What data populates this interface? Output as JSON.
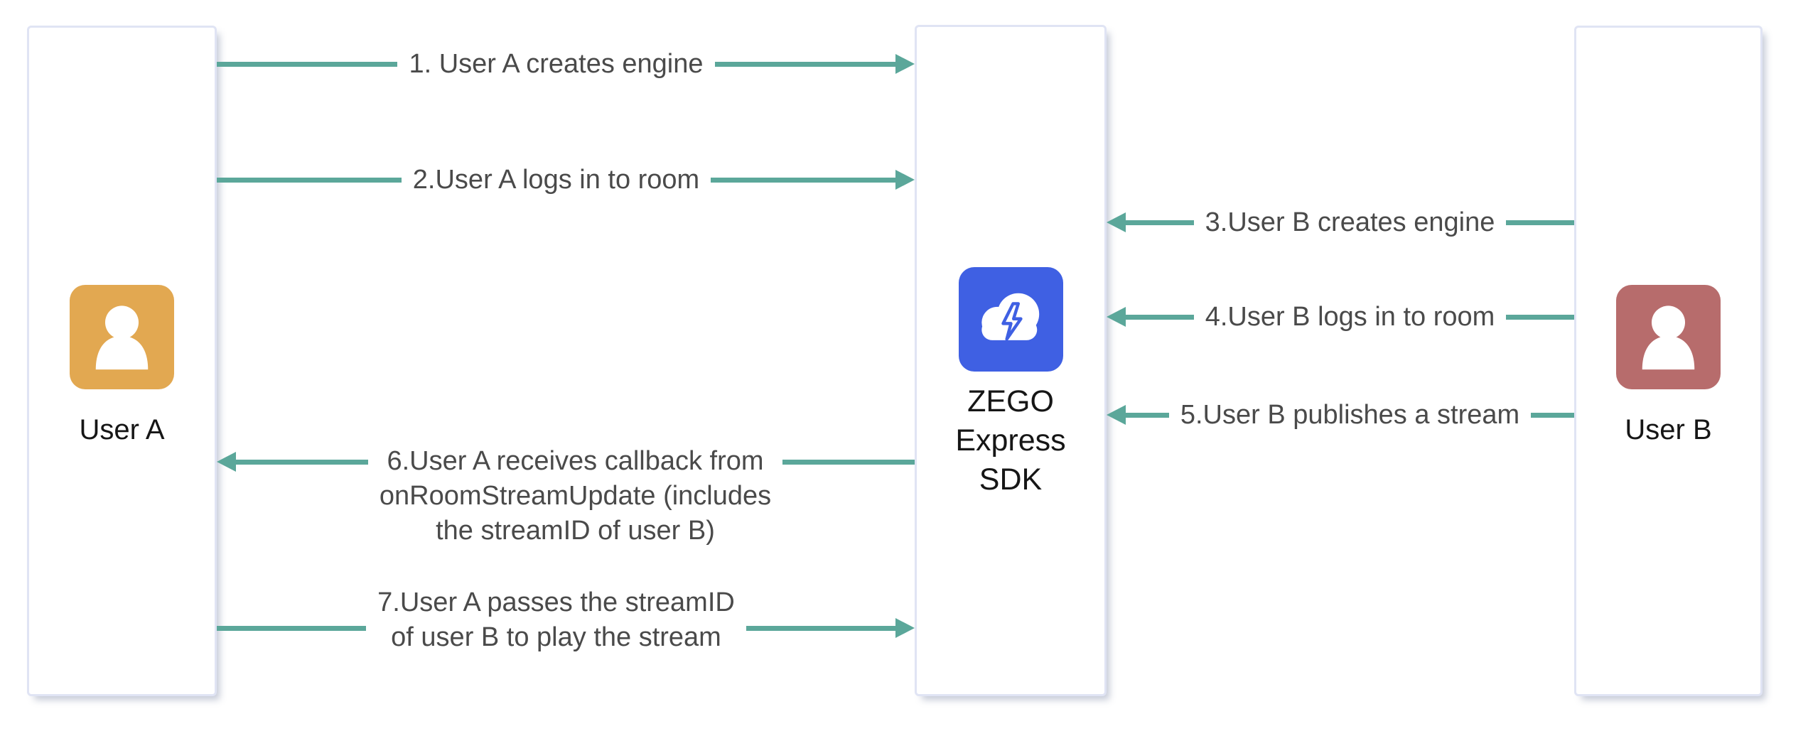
{
  "diagram": {
    "title_hint": "ZEGO Express SDK publish/play stream sequence",
    "actors": [
      {
        "id": "user_a",
        "name": "User A",
        "icon": "person-icon",
        "icon_color": "#E2A851"
      },
      {
        "id": "zego_sdk",
        "name": "ZEGO Express SDK",
        "icon": "cloud-lightning-icon",
        "icon_color": "#3F60E3"
      },
      {
        "id": "user_b",
        "name": "User B",
        "icon": "person-icon",
        "icon_color": "#B76C6C"
      }
    ],
    "arrows": [
      {
        "step": 1,
        "label": "1. User A creates engine",
        "from": "User A",
        "to": "ZEGO Express SDK",
        "direction": "right"
      },
      {
        "step": 2,
        "label": "2.User A logs in to room",
        "from": "User A",
        "to": "ZEGO Express SDK",
        "direction": "right"
      },
      {
        "step": 3,
        "label": "3.User B creates engine",
        "from": "User B",
        "to": "ZEGO Express SDK",
        "direction": "left"
      },
      {
        "step": 4,
        "label": "4.User B logs in to room",
        "from": "User B",
        "to": "ZEGO Express SDK",
        "direction": "left"
      },
      {
        "step": 5,
        "label": "5.User B publishes a stream",
        "from": "User B",
        "to": "ZEGO Express SDK",
        "direction": "left"
      },
      {
        "step": 6,
        "label": "6.User A receives callback from\nonRoomStreamUpdate (includes\nthe streamID of user B)",
        "from": "ZEGO Express SDK",
        "to": "User A",
        "direction": "left"
      },
      {
        "step": 7,
        "label": "7.User A passes the streamID\nof user B to play the stream",
        "from": "User A",
        "to": "ZEGO Express SDK",
        "direction": "right"
      }
    ],
    "colors": {
      "teal": "#5BA79A",
      "box_border": "#E0E4F4",
      "label_gray": "#4A4A4A",
      "name_color": "#161616",
      "user_a_color": "#E2A851",
      "sdk_color": "#3F60E3",
      "user_b_color": "#B76C6C"
    }
  }
}
